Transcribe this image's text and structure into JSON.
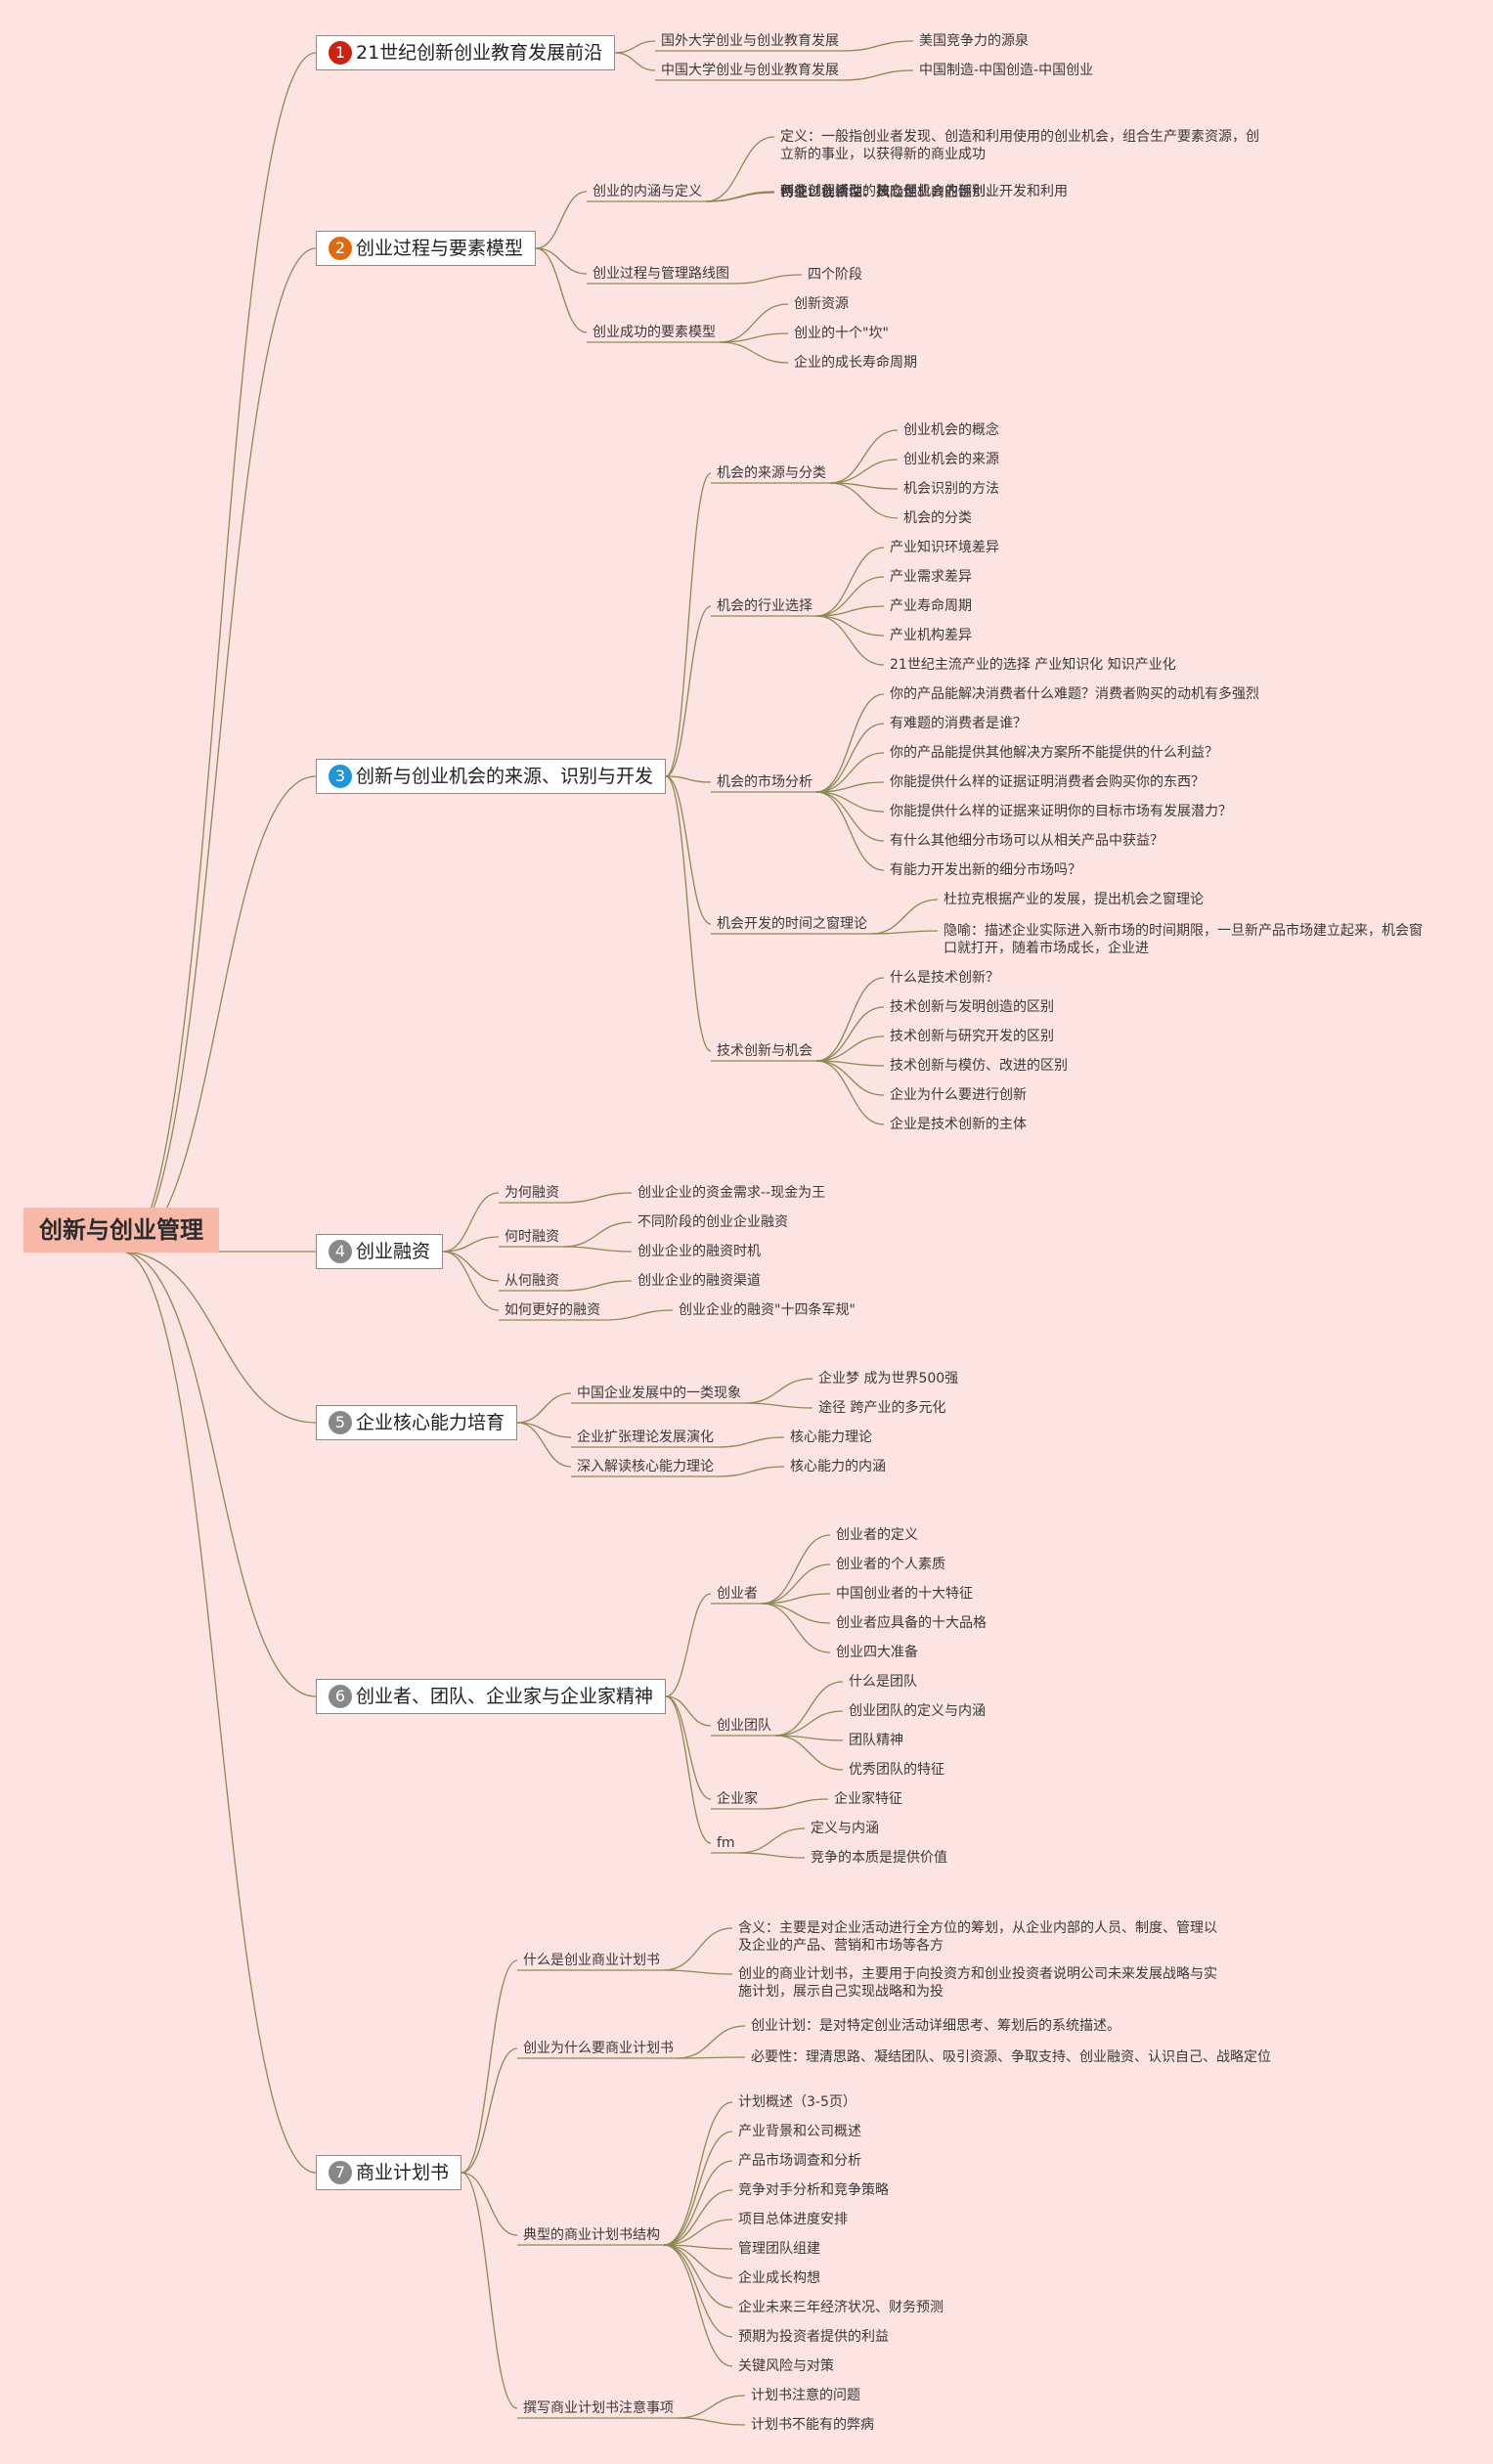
{
  "root": {
    "label": "创新与创业管理"
  },
  "branches": [
    {
      "num": "1",
      "label": "21世纪创新创业教育发展前沿",
      "color": "#cc2211",
      "children": [
        {
          "label": "国外大学创业与创业教育发展",
          "children": [
            {
              "label": "美国竞争力的源泉"
            }
          ]
        },
        {
          "label": "中国大学创业与创业教育发展",
          "children": [
            {
              "label": "中国制造-中国创造-中国创业"
            }
          ]
        }
      ]
    },
    {
      "num": "2",
      "label": "创业过程与要素模型",
      "color": "#e06a10",
      "children": [
        {
          "label": "创业的内涵与定义",
          "children": [
            {
              "label": "定义：一般指创业者发现、创造和利用使用的创业机会，组合生产要素资源，创立新的事业，以获得新的商业成功"
            },
            {
              "label": "特征：创新性、风险性、商业性"
            },
            {
              "label": "两类创业活动：独立创业、内部创业"
            },
            {
              "label": "创业过程模型的核心是机会的识别、开发和利用"
            }
          ]
        },
        {
          "label": "创业过程与管理路线图",
          "children": [
            {
              "label": "四个阶段"
            }
          ]
        },
        {
          "label": "创业成功的要素模型",
          "children": [
            {
              "label": "创新资源"
            },
            {
              "label": "创业的十个\"坎\""
            },
            {
              "label": "企业的成长寿命周期"
            }
          ]
        }
      ]
    },
    {
      "num": "3",
      "label": "创新与创业机会的来源、识别与开发",
      "color": "#1e96d8",
      "children": [
        {
          "label": "机会的来源与分类",
          "children": [
            {
              "label": "创业机会的概念"
            },
            {
              "label": "创业机会的来源"
            },
            {
              "label": "机会识别的方法"
            },
            {
              "label": "机会的分类"
            }
          ]
        },
        {
          "label": "机会的行业选择",
          "children": [
            {
              "label": "产业知识环境差异"
            },
            {
              "label": "产业需求差异"
            },
            {
              "label": "产业寿命周期"
            },
            {
              "label": "产业机构差异"
            },
            {
              "label": "21世纪主流产业的选择 产业知识化 知识产业化"
            }
          ]
        },
        {
          "label": "机会的市场分析",
          "children": [
            {
              "label": "你的产品能解决消费者什么难题？消费者购买的动机有多强烈"
            },
            {
              "label": "有难题的消费者是谁？"
            },
            {
              "label": "你的产品能提供其他解决方案所不能提供的什么利益？"
            },
            {
              "label": "你能提供什么样的证据证明消费者会购买你的东西？"
            },
            {
              "label": "你能提供什么样的证据来证明你的目标市场有发展潜力？"
            },
            {
              "label": "有什么其他细分市场可以从相关产品中获益？"
            },
            {
              "label": "有能力开发出新的细分市场吗？"
            }
          ]
        },
        {
          "label": "机会开发的时间之窗理论",
          "children": [
            {
              "label": "杜拉克根据产业的发展，提出机会之窗理论"
            },
            {
              "label": "隐喻：描述企业实际进入新市场的时间期限，一旦新产品市场建立起来，机会窗口就打开，随着市场成长，企业进"
            }
          ]
        },
        {
          "label": "技术创新与机会",
          "children": [
            {
              "label": "什么是技术创新？"
            },
            {
              "label": "技术创新与发明创造的区别"
            },
            {
              "label": "技术创新与研究开发的区别"
            },
            {
              "label": "技术创新与模仿、改进的区别"
            },
            {
              "label": "企业为什么要进行创新"
            },
            {
              "label": "企业是技术创新的主体"
            }
          ]
        }
      ]
    },
    {
      "num": "4",
      "label": "创业融资",
      "color": "#888888",
      "children": [
        {
          "label": "为何融资",
          "children": [
            {
              "label": "创业企业的资金需求--现金为王"
            }
          ]
        },
        {
          "label": "何时融资",
          "children": [
            {
              "label": "不同阶段的创业企业融资"
            },
            {
              "label": "创业企业的融资时机"
            }
          ]
        },
        {
          "label": "从何融资",
          "children": [
            {
              "label": "创业企业的融资渠道"
            }
          ]
        },
        {
          "label": "如何更好的融资",
          "children": [
            {
              "label": "创业企业的融资\"十四条军规\""
            }
          ]
        }
      ]
    },
    {
      "num": "5",
      "label": "企业核心能力培育",
      "color": "#888888",
      "children": [
        {
          "label": "中国企业发展中的一类现象",
          "children": [
            {
              "label": "企业梦 成为世界500强"
            },
            {
              "label": "途径 跨产业的多元化"
            }
          ]
        },
        {
          "label": "企业扩张理论发展演化",
          "children": [
            {
              "label": "核心能力理论"
            }
          ]
        },
        {
          "label": "深入解读核心能力理论",
          "children": [
            {
              "label": "核心能力的内涵"
            }
          ]
        }
      ]
    },
    {
      "num": "6",
      "label": "创业者、团队、企业家与企业家精神",
      "color": "#888888",
      "children": [
        {
          "label": "创业者",
          "children": [
            {
              "label": "创业者的定义"
            },
            {
              "label": "创业者的个人素质"
            },
            {
              "label": "中国创业者的十大特征"
            },
            {
              "label": "创业者应具备的十大品格"
            },
            {
              "label": "创业四大准备"
            }
          ]
        },
        {
          "label": "创业团队",
          "children": [
            {
              "label": "什么是团队"
            },
            {
              "label": "创业团队的定义与内涵"
            },
            {
              "label": "团队精神"
            },
            {
              "label": "优秀团队的特征"
            }
          ]
        },
        {
          "label": "企业家",
          "children": [
            {
              "label": "企业家特征"
            }
          ]
        },
        {
          "label": "fm",
          "children": [
            {
              "label": "定义与内涵"
            },
            {
              "label": "竞争的本质是提供价值"
            }
          ]
        }
      ]
    },
    {
      "num": "7",
      "label": "商业计划书",
      "color": "#888888",
      "children": [
        {
          "label": "什么是创业商业计划书",
          "children": [
            {
              "label": "含义：主要是对企业活动进行全方位的筹划，从企业内部的人员、制度、管理以及企业的产品、营销和市场等各方"
            },
            {
              "label": "创业的商业计划书，主要用于向投资方和创业投资者说明公司未来发展战略与实施计划，展示自己实现战略和为投"
            }
          ]
        },
        {
          "label": "创业为什么要商业计划书",
          "children": [
            {
              "label": "创业计划：是对特定创业活动详细思考、筹划后的系统描述。"
            },
            {
              "label": "必要性：理清思路、凝结团队、吸引资源、争取支持、创业融资、认识自己、战略定位"
            }
          ]
        },
        {
          "label": "典型的商业计划书结构",
          "children": [
            {
              "label": "计划概述（3-5页）"
            },
            {
              "label": "产业背景和公司概述"
            },
            {
              "label": "产品市场调查和分析"
            },
            {
              "label": "竞争对手分析和竞争策略"
            },
            {
              "label": "项目总体进度安排"
            },
            {
              "label": "管理团队组建"
            },
            {
              "label": "企业成长构想"
            },
            {
              "label": "企业未来三年经济状况、财务预测"
            },
            {
              "label": "预期为投资者提供的利益"
            },
            {
              "label": "关键风险与对策"
            }
          ]
        },
        {
          "label": "撰写商业计划书注意事项",
          "children": [
            {
              "label": "计划书注意的问题"
            },
            {
              "label": "计划书不能有的弊病"
            }
          ]
        }
      ]
    }
  ]
}
